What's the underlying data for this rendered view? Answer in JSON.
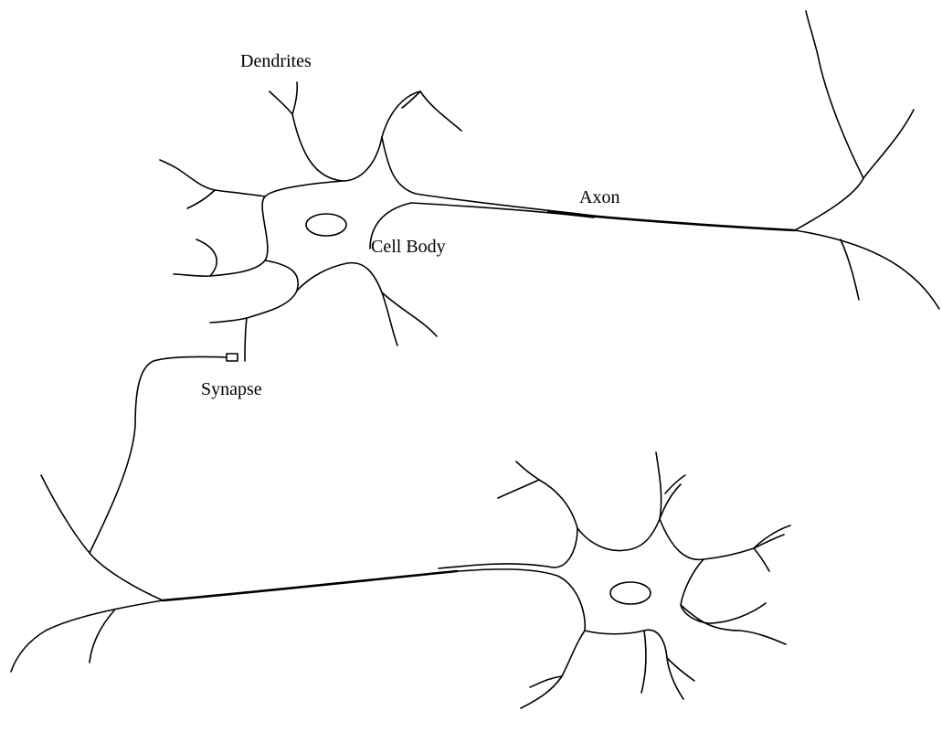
{
  "labels": {
    "dendrites": "Dendrites",
    "axon": "Axon",
    "cell_body": "Cell Body",
    "synapse": "Synapse"
  },
  "colors": {
    "background": "#ffffff",
    "stroke": "#000000"
  }
}
